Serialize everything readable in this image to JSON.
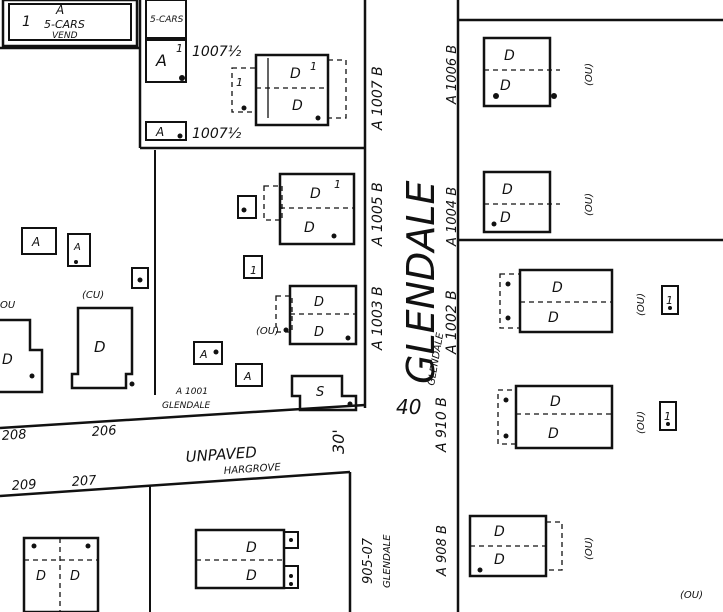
{
  "street_main": "GLENDALE",
  "street_main_small": "GLENDALE",
  "street_bottom": "GLENDALE",
  "street_lower_left": "UNPAVED",
  "street_lower_left_sub": "HARGROVE",
  "road_width_main": "40",
  "road_width_lower": "30'",
  "corner_building": {
    "top": "A",
    "line2": "5-CARS",
    "line3": "VEND"
  },
  "addresses": {
    "r1007": "1007½",
    "r1007b": "1007½",
    "a1007b": "A 1007 B",
    "a1005b": "A 1005 B",
    "a1003b": "A 1003 B",
    "a1001": "A 1001",
    "a1001_street": "GLENDALE",
    "a1006b": "A 1006 B",
    "a1004b": "A 1004 B",
    "a1002b": "A 1002 B",
    "a910b": "A 910 B",
    "a908b": "A 908 B",
    "n905": "905-07",
    "n209": "209",
    "n207": "207",
    "n208": "208",
    "n206": "206"
  },
  "labels": {
    "D": "D",
    "A": "A",
    "S": "S",
    "one": "1",
    "ou": "(OU)",
    "cu": "(CU)",
    "ou_short": "OU",
    "a1": "A",
    "a_one": "1"
  }
}
